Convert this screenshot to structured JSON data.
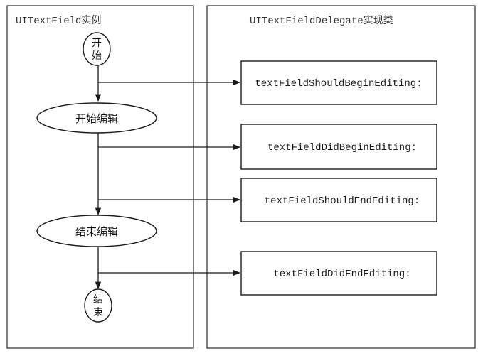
{
  "left_panel": {
    "title": "UITextField实例",
    "start_node": {
      "line1": "开",
      "line2": "始"
    },
    "begin_edit_node": "开始编辑",
    "end_edit_node": "结束编辑",
    "end_node": {
      "line1": "结",
      "line2": "束"
    }
  },
  "right_panel": {
    "title": "UITextFieldDelegate实现类",
    "methods": [
      "textFieldShouldBeginEditing:",
      "textFieldDidBeginEditing:",
      "textFieldShouldEndEditing:",
      "textFieldDidEndEditing:"
    ]
  },
  "colors": {
    "line": "#1a1a1a",
    "frame": "#2a2a2a",
    "background": "#ffffff"
  }
}
